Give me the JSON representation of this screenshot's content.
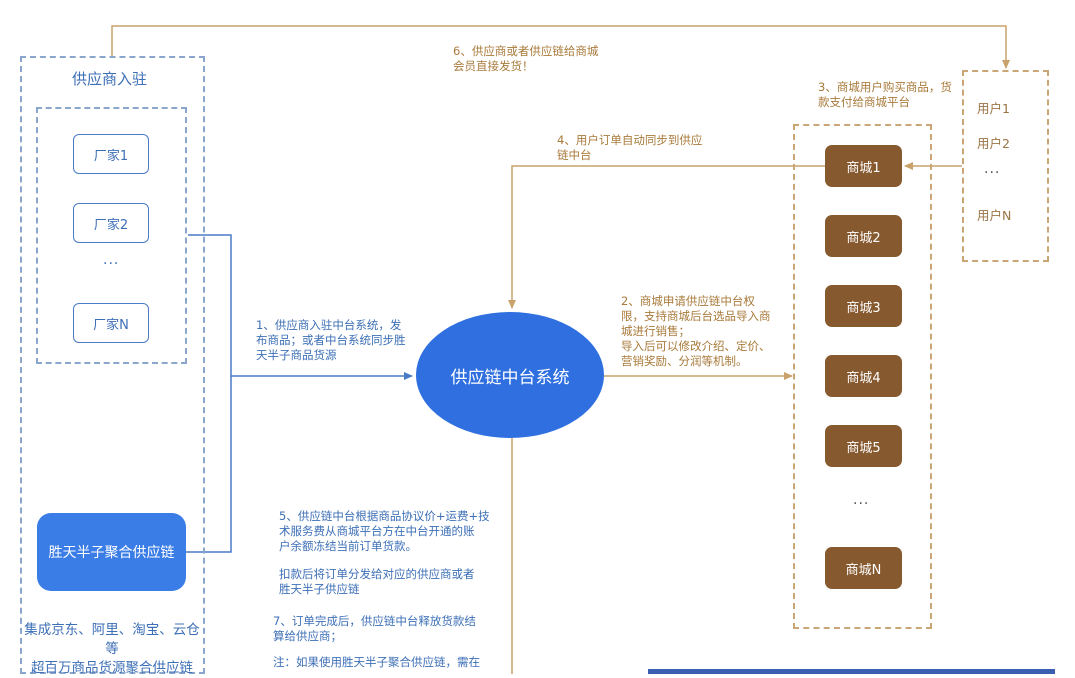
{
  "supplier_area": {
    "title": "供应商入驻",
    "vendors": [
      "厂家1",
      "厂家2",
      "厂家N"
    ],
    "vendor_ellipsis": "···",
    "aggregator": "胜天半子聚合供应链",
    "aggregator_note": [
      "集成京东、阿里、淘宝、云仓等",
      "超百万商品货源聚合供应链"
    ]
  },
  "core_system": {
    "label": "供应链中台系统"
  },
  "malls": {
    "items": [
      "商城1",
      "商城2",
      "商城3",
      "商城4",
      "商城5",
      "商城N"
    ],
    "ellipsis": "···"
  },
  "users": {
    "items": [
      "用户1",
      "用户2",
      "用户N"
    ],
    "ellipsis": "···"
  },
  "annotations": {
    "step1": [
      "1、供应商入驻中台系统，发",
      "布商品；或者中台系统同步胜",
      "天半子商品货源"
    ],
    "step2": [
      "2、商城申请供应链中台权",
      "限，支持商城后台选品导入商",
      "城进行销售；",
      "导入后可以修改介绍、定价、",
      "营销奖励、分润等机制。"
    ],
    "step3": [
      "3、商城用户购买商品，货",
      "款支付给商城平台"
    ],
    "step4": [
      "4、用户订单自动同步到供应",
      "链中台"
    ],
    "step5": [
      "5、供应链中台根据商品协议价+运费+技",
      "术服务费从商城平台方在中台开通的账",
      "户余额冻结当前订单货款。"
    ],
    "step5b": [
      "扣款后将订单分发给对应的供应商或者",
      "胜天半子供应链"
    ],
    "step6": [
      "6、供应商或者供应链给商城",
      "会员直接发货！"
    ],
    "step7": [
      "7、订单完成后，供应链中台释放货款结",
      "算给供应商；"
    ],
    "note": [
      "注：如果使用胜天半子聚合供应链，需在"
    ]
  },
  "colors": {
    "blue_primary": "#2f6fe0",
    "blue_line": "#4a7bc6",
    "blue_dash": "#8aa6cc",
    "brown_mall": "#86592f",
    "gold_line": "#c8a26a",
    "gold_text": "#a87a3a"
  }
}
